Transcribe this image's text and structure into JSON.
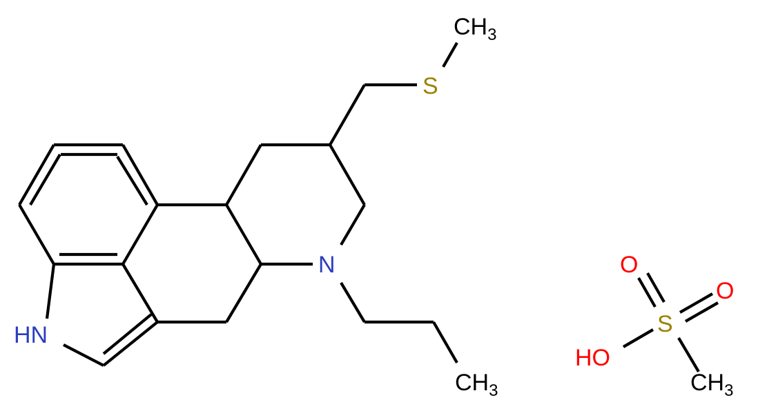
{
  "colors": {
    "bond": "#000000",
    "nitrogen": "#2c3ebd",
    "sulfur": "#9a8200",
    "oxygen": "#ff0000",
    "carbon": "#000000"
  },
  "labels": {
    "n_pyrrole": "HN",
    "n_tertiary": "N",
    "s_thioether": "S",
    "ch3_thio": "CH",
    "ch3_thio_sub": "3",
    "ch3_propyl": "CH",
    "ch3_propyl_sub": "3",
    "o_top": "O",
    "o_right": "O",
    "ho": "HO",
    "s_sulfonic": "S",
    "ch3_mesyl": "CH",
    "ch3_mesyl_sub": "3"
  }
}
